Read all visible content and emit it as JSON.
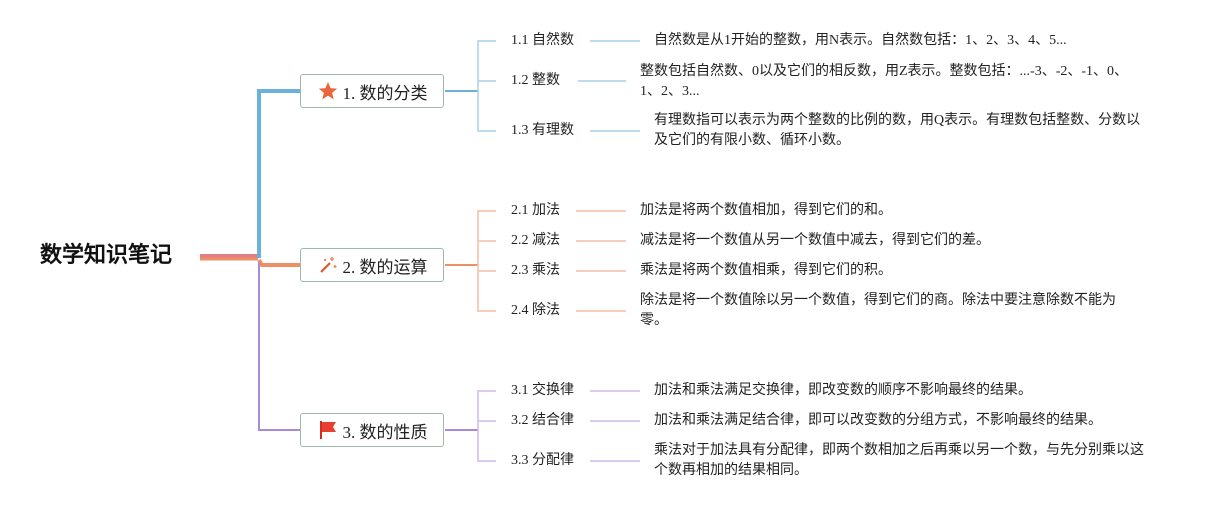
{
  "root": "数学知识笔记",
  "colors": {
    "blue": "#6ab2d8",
    "orange": "#ef8f63",
    "purple": "#a98ad6",
    "root_line": "#e27f86"
  },
  "branches": [
    {
      "label": "1. 数的分类",
      "icon": "star-icon",
      "items": [
        {
          "label": "1.1 自然数",
          "desc": "自然数是从1开始的整数，用N表示。自然数包括：1、2、3、4、5..."
        },
        {
          "label": "1.2 整数",
          "desc": "整数包括自然数、0以及它们的相反数，用Z表示。整数包括：...-3、-2、-1、0、1、2、3..."
        },
        {
          "label": "1.3 有理数",
          "desc": "有理数指可以表示为两个整数的比例的数，用Q表示。有理数包括整数、分数以及它们的有限小数、循环小数。"
        }
      ]
    },
    {
      "label": "2. 数的运算",
      "icon": "magic-wand-icon",
      "items": [
        {
          "label": "2.1 加法",
          "desc": "加法是将两个数值相加，得到它们的和。"
        },
        {
          "label": "2.2 减法",
          "desc": "减法是将一个数值从另一个数值中减去，得到它们的差。"
        },
        {
          "label": "2.3 乘法",
          "desc": "乘法是将两个数值相乘，得到它们的积。"
        },
        {
          "label": "2.4 除法",
          "desc": "除法是将一个数值除以另一个数值，得到它们的商。除法中要注意除数不能为零。"
        }
      ]
    },
    {
      "label": "3. 数的性质",
      "icon": "flag-icon",
      "items": [
        {
          "label": "3.1 交换律",
          "desc": "加法和乘法满足交换律，即改变数的顺序不影响最终的结果。"
        },
        {
          "label": "3.2 结合律",
          "desc": "加法和乘法满足结合律，即可以改变数的分组方式，不影响最终的结果。"
        },
        {
          "label": "3.3 分配律",
          "desc": "乘法对于加法具有分配律，即两个数相加之后再乘以另一个数，与先分别乘以这个数再相加的结果相同。"
        }
      ]
    }
  ]
}
